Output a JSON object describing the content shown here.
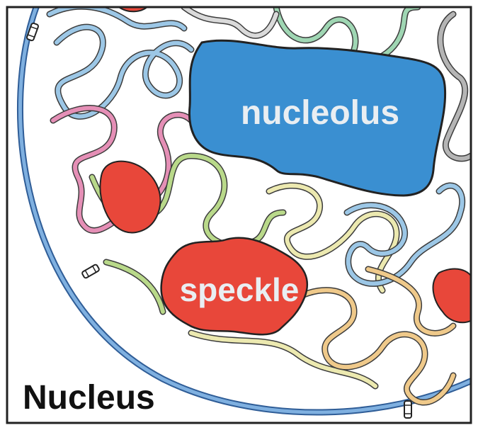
{
  "labels": {
    "nucleolus": "nucleolus",
    "speckle": "speckle",
    "nucleus": "Nucleus"
  },
  "colors": {
    "nucleolus": "#3a8fd1",
    "speckle": "#e8473a",
    "envelope": "#4a7fc1",
    "outline": "#222222",
    "label_light": "#e9eef2",
    "label_dark": "#111111",
    "chromatin_blue": "#9cc7e6",
    "chromatin_pink": "#e58fb6",
    "chromatin_green": "#b9d98a",
    "chromatin_mint": "#9fd6b3",
    "chromatin_yellow": "#ece9b0",
    "chromatin_orange": "#efc98a",
    "chromatin_gray": "#b5b5b5"
  },
  "icons": [
    "nuclear-pore-icon"
  ]
}
